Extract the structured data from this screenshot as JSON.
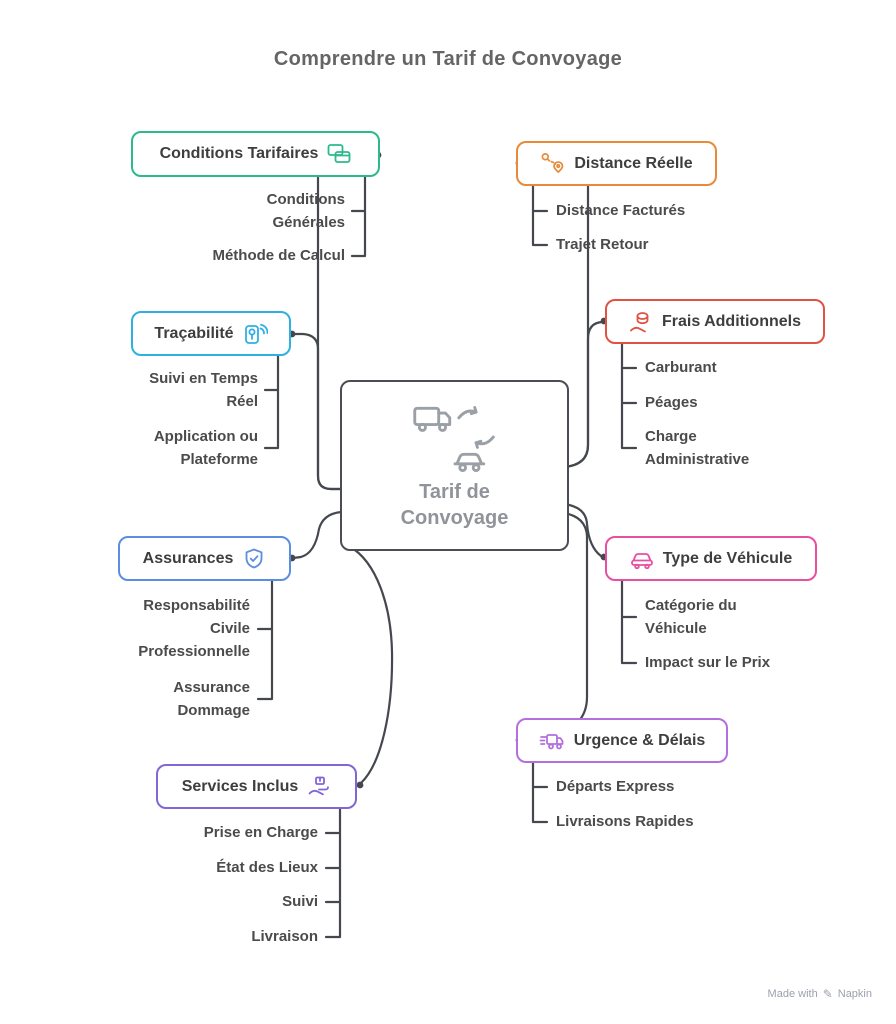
{
  "title": "Comprendre un Tarif de Convoyage",
  "center": {
    "label": "Tarif de Convoyage",
    "icon": "vehicle-transfer-icon"
  },
  "branches": {
    "conditions_tarifaires": {
      "label": "Conditions Tarifaires",
      "color": "#2db98c",
      "icon": "payment-cards-icon",
      "children": [
        "Conditions Générales",
        "Méthode de Calcul"
      ]
    },
    "distance_reelle": {
      "label": "Distance Réelle",
      "color": "#e88a38",
      "icon": "route-pins-icon",
      "children": [
        "Distance Facturés",
        "Trajet Retour"
      ]
    },
    "tracabilite": {
      "label": "Traçabilité",
      "color": "#2fb0e3",
      "icon": "gps-tracker-icon",
      "children": [
        "Suivi en Temps Réel",
        "Application ou Plateforme"
      ]
    },
    "frais_additionnels": {
      "label": "Frais Additionnels",
      "color": "#e05244",
      "icon": "money-hand-icon",
      "children": [
        "Carburant",
        "Péages",
        "Charge Administrative"
      ]
    },
    "assurances": {
      "label": "Assurances",
      "color": "#5b8ede",
      "icon": "shield-check-icon",
      "children": [
        "Responsabilité Civile Professionnelle",
        "Assurance Dommage"
      ]
    },
    "type_de_vehicule": {
      "label": "Type de Véhicule",
      "color": "#e94fa1",
      "icon": "car-icon",
      "children": [
        "Catégorie du Véhicule",
        "Impact sur le Prix"
      ]
    },
    "services_inclus": {
      "label": "Services Inclus",
      "color": "#8166d6",
      "icon": "hand-service-icon",
      "children": [
        "Prise en Charge",
        "État des Lieux",
        "Suivi",
        "Livraison"
      ]
    },
    "urgence_delais": {
      "label": "Urgence & Délais",
      "color": "#b36fe0",
      "icon": "fast-truck-icon",
      "children": [
        "Départs Express",
        "Livraisons Rapides"
      ]
    }
  },
  "footer": {
    "text": "Made with",
    "brand": "Napkin"
  }
}
